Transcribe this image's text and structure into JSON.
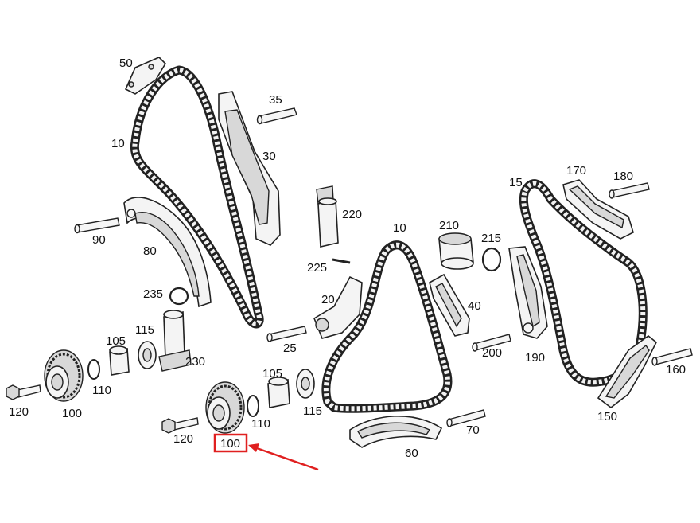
{
  "labels": {
    "l10a": "10",
    "l10b": "10",
    "l15": "15",
    "l20": "20",
    "l25": "25",
    "l30": "30",
    "l35": "35",
    "l40": "40",
    "l50": "50",
    "l60": "60",
    "l70": "70",
    "l80": "80",
    "l90": "90",
    "l100a": "100",
    "l100b": "100",
    "l105a": "105",
    "l105b": "105",
    "l110a": "110",
    "l110b": "110",
    "l115a": "115",
    "l115b": "115",
    "l120a": "120",
    "l120b": "120",
    "l150": "150",
    "l160": "160",
    "l170": "170",
    "l180": "180",
    "l190": "190",
    "l200": "200",
    "l210": "210",
    "l215": "215",
    "l220": "220",
    "l225": "225",
    "l230": "230",
    "l235": "235"
  },
  "highlight": {
    "box_color": "#e02020",
    "arrow_color": "#e02020"
  }
}
